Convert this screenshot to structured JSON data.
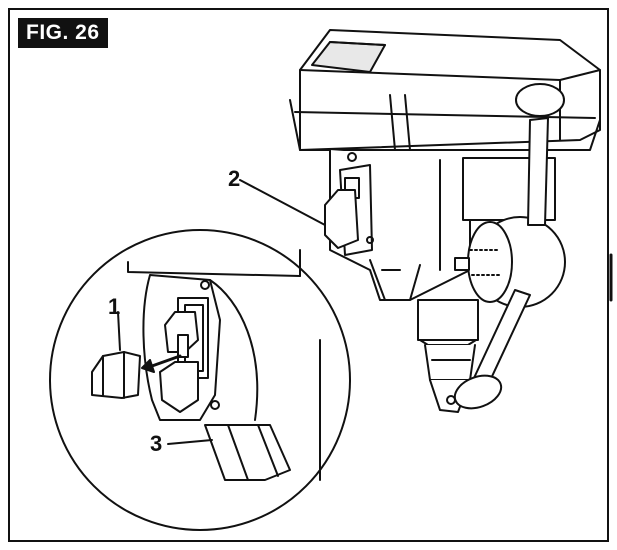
{
  "figure": {
    "label": "FIG. 26",
    "callouts": [
      "1",
      "2",
      "3"
    ]
  },
  "colors": {
    "ink": "#111111",
    "paper": "#ffffff",
    "shade": "#d9d9d9"
  }
}
